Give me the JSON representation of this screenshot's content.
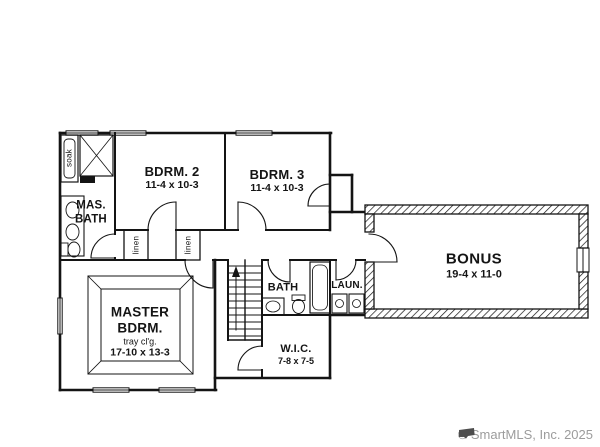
{
  "colors": {
    "line": "#141414",
    "background": "#ffffff",
    "watermark_text": "#9c9c9c",
    "watermark_icon": "#4d4d4d"
  },
  "rooms": {
    "bdrm2": {
      "name": "BDRM. 2",
      "dims": "11-4 x 10-3"
    },
    "bdrm3": {
      "name": "BDRM. 3",
      "dims": "11-4 x 10-3"
    },
    "mas_bath": {
      "line1": "MAS.",
      "line2": "BATH"
    },
    "master": {
      "line1": "MASTER",
      "line2": "BDRM.",
      "note": "tray cl'g.",
      "dims": "17-10 x 13-3"
    },
    "bath": {
      "name": "BATH"
    },
    "laundry": {
      "name": "LAUN."
    },
    "bonus": {
      "name": "BONUS",
      "dims": "19-4 x 11-0"
    },
    "wic": {
      "name": "W.I.C.",
      "dims": "7-8 x 7-5"
    }
  },
  "fixtures": {
    "soak_label": "soak",
    "linen_left": "linen",
    "linen_right": "linen"
  },
  "watermark": {
    "text": "© SmartMLS, Inc. 2025"
  }
}
